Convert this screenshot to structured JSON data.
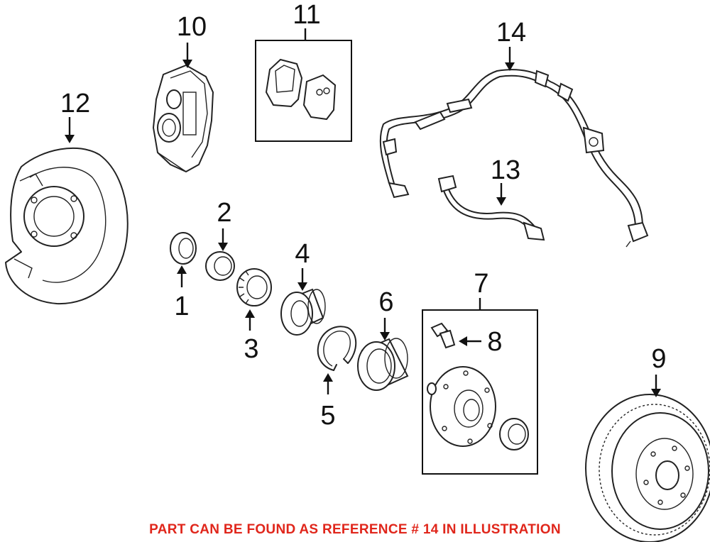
{
  "callouts": {
    "c1": "1",
    "c2": "2",
    "c3": "3",
    "c4": "4",
    "c5": "5",
    "c6": "6",
    "c7": "7",
    "c8": "8",
    "c9": "9",
    "c10": "10",
    "c11": "11",
    "c12": "12",
    "c13": "13",
    "c14": "14"
  },
  "note": {
    "text": "PART CAN BE FOUND AS REFERENCE # 14 IN ILLUSTRATION",
    "color": "#e0261b"
  }
}
